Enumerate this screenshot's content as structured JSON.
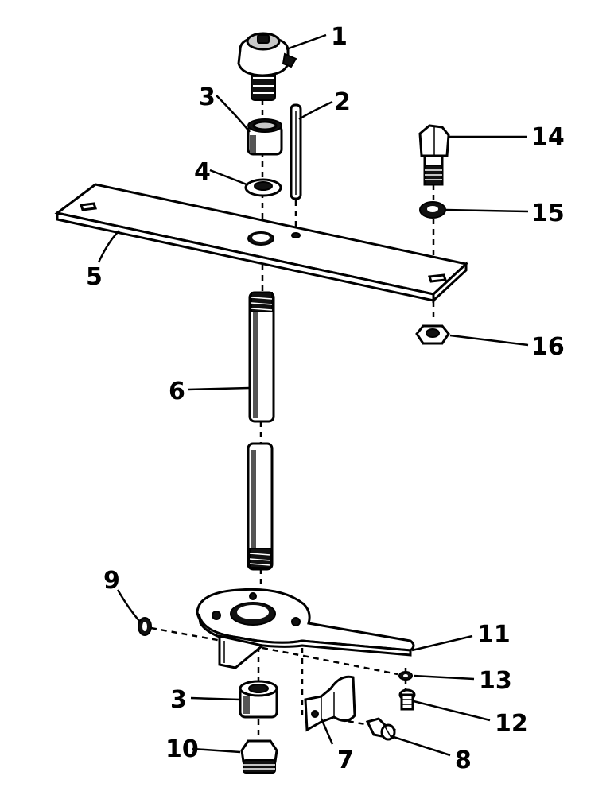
{
  "callouts": [
    {
      "id": "1",
      "text": "1"
    },
    {
      "id": "2",
      "text": "2"
    },
    {
      "id": "3a",
      "text": "3"
    },
    {
      "id": "4",
      "text": "4"
    },
    {
      "id": "5",
      "text": "5"
    },
    {
      "id": "6",
      "text": "6"
    },
    {
      "id": "7",
      "text": "7"
    },
    {
      "id": "8",
      "text": "8"
    },
    {
      "id": "9",
      "text": "9"
    },
    {
      "id": "10",
      "text": "10"
    },
    {
      "id": "11",
      "text": "11"
    },
    {
      "id": "12",
      "text": "12"
    },
    {
      "id": "13",
      "text": "13"
    },
    {
      "id": "14",
      "text": "14"
    },
    {
      "id": "15",
      "text": "15"
    },
    {
      "id": "16",
      "text": "16"
    },
    {
      "id": "3b",
      "text": "3"
    }
  ]
}
